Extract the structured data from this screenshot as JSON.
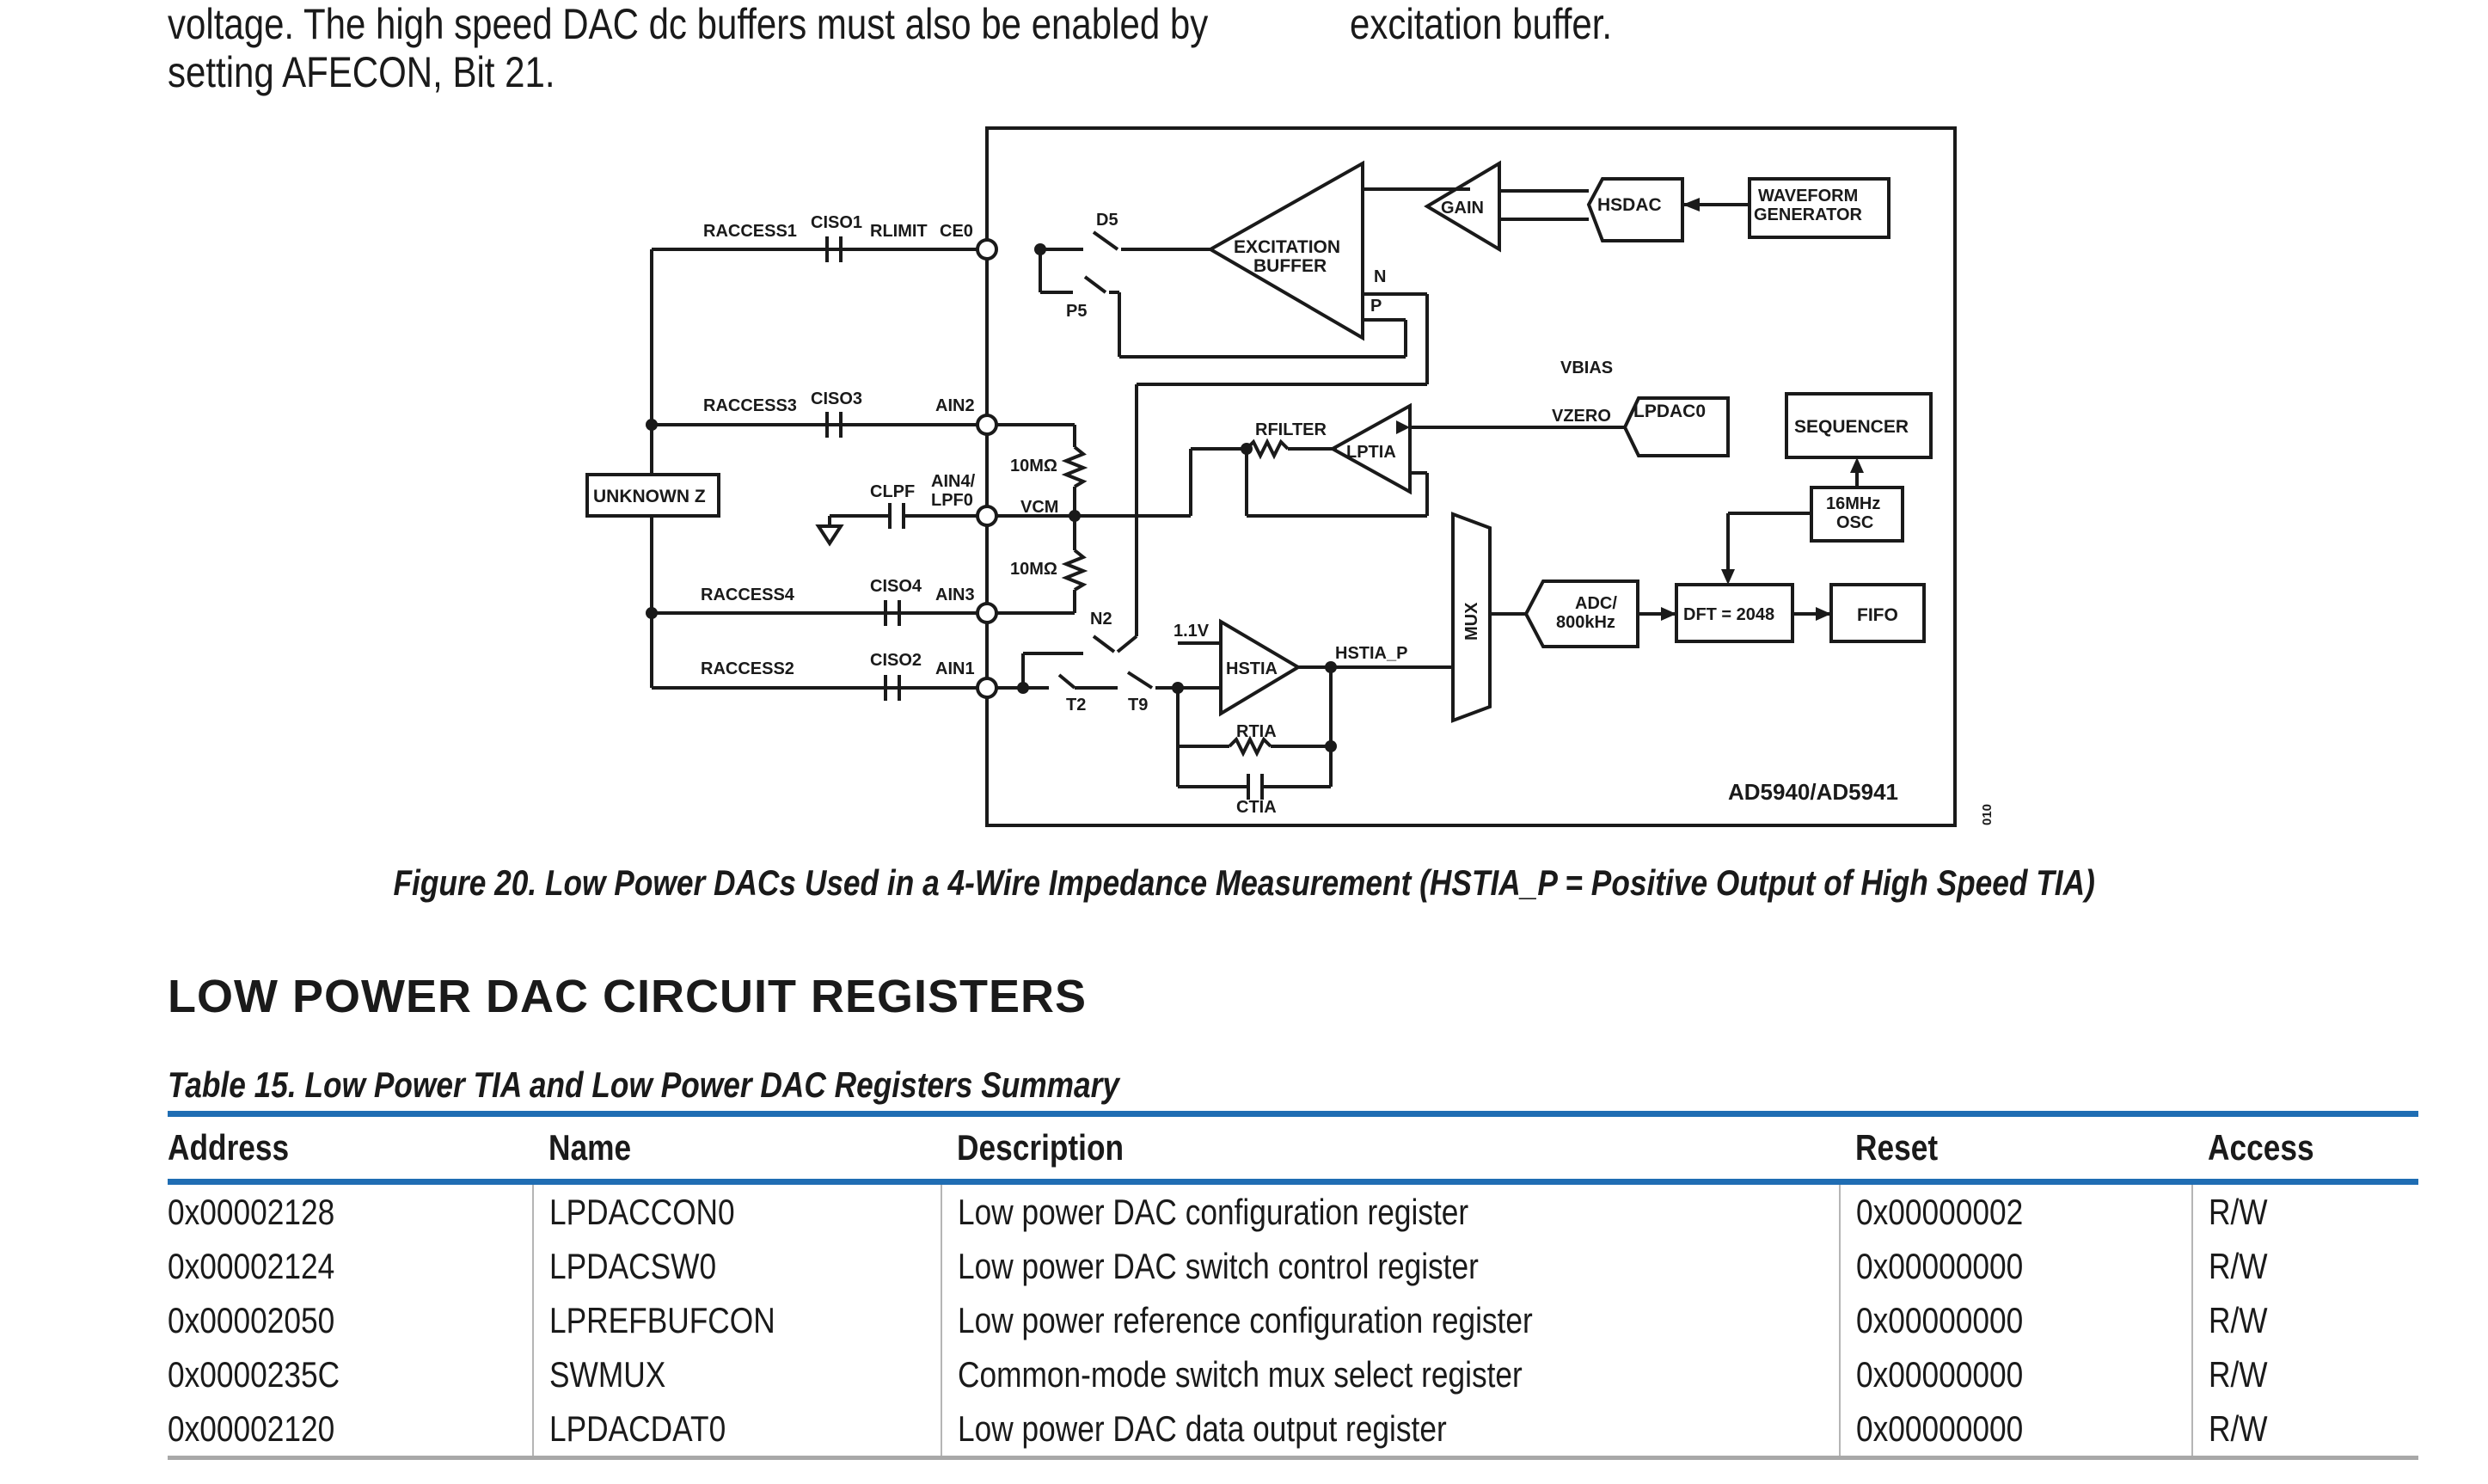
{
  "body_text": {
    "left_lines": [
      "voltage. The high speed DAC dc buffers must also be enabled by",
      "setting AFECON, Bit 21."
    ],
    "right_lines": [
      "excitation buffer."
    ]
  },
  "figure": {
    "labels": {
      "raccess1": "RACCESS1",
      "ciso1": "CISO1",
      "rlimit": "RLIMIT",
      "ce0": "CE0",
      "raccess3": "RACCESS3",
      "ciso3": "CISO3",
      "ain2": "AIN2",
      "unknown_z": "UNKNOWN Z",
      "clpf": "CLPF",
      "ain4": "AIN4/",
      "lpf0": "LPF0",
      "vcm": "VCM",
      "r10m_top": "10MΩ",
      "r10m_bot": "10MΩ",
      "raccess4": "RACCESS4",
      "ciso4": "CISO4",
      "ain3": "AIN3",
      "raccess2": "RACCESS2",
      "ciso2": "CISO2",
      "ain1": "AIN1",
      "d5": "D5",
      "p5": "P5",
      "n2": "N2",
      "t2": "T2",
      "t9": "T9",
      "excitation": "EXCITATION",
      "buffer": "BUFFER",
      "n": "N",
      "p": "P",
      "gain": "GAIN",
      "hsdac": "HSDAC",
      "waveform": "WAVEFORM",
      "generator": "GENERATOR",
      "vbias": "VBIAS",
      "vzero": "VZERO",
      "lpdac0": "LPDAC0",
      "sequencer": "SEQUENCER",
      "rfilter": "RFILTER",
      "lptia": "LPTIA",
      "osc1": "16MHz",
      "osc2": "OSC",
      "v11": "1.1V",
      "hstia": "HSTIA",
      "hstia_p": "HSTIA_P",
      "mux": "MUX",
      "adc1": "ADC/",
      "adc2": "800kHz",
      "dft": "DFT = 2048",
      "fifo": "FIFO",
      "rtia": "RTIA",
      "ctia": "CTIA",
      "part": "AD5940/AD5941",
      "fig_num": "010"
    },
    "caption": "Figure 20. Low Power DACs Used in a 4-Wire Impedance Measurement (HSTIA_P = Positive Output of High Speed TIA)"
  },
  "section": {
    "heading": "LOW POWER DAC CIRCUIT REGISTERS"
  },
  "table": {
    "title": "Table 15. Low Power TIA and Low Power DAC Registers Summary",
    "headers": [
      "Address",
      "Name",
      "Description",
      "Reset",
      "Access"
    ],
    "rows": [
      [
        "0x00002128",
        "LPDACCON0",
        "Low power DAC configuration register",
        "0x00000002",
        "R/W"
      ],
      [
        "0x00002124",
        "LPDACSW0",
        "Low power DAC switch control register",
        "0x00000000",
        "R/W"
      ],
      [
        "0x00002050",
        "LPREFBUFCON",
        "Low power reference configuration register",
        "0x00000000",
        "R/W"
      ],
      [
        "0x0000235C",
        "SWMUX",
        "Common-mode switch mux select register",
        "0x00000000",
        "R/W"
      ],
      [
        "0x00002120",
        "LPDACDAT0",
        "Low power DAC data output register",
        "0x00000000",
        "R/W"
      ]
    ]
  }
}
